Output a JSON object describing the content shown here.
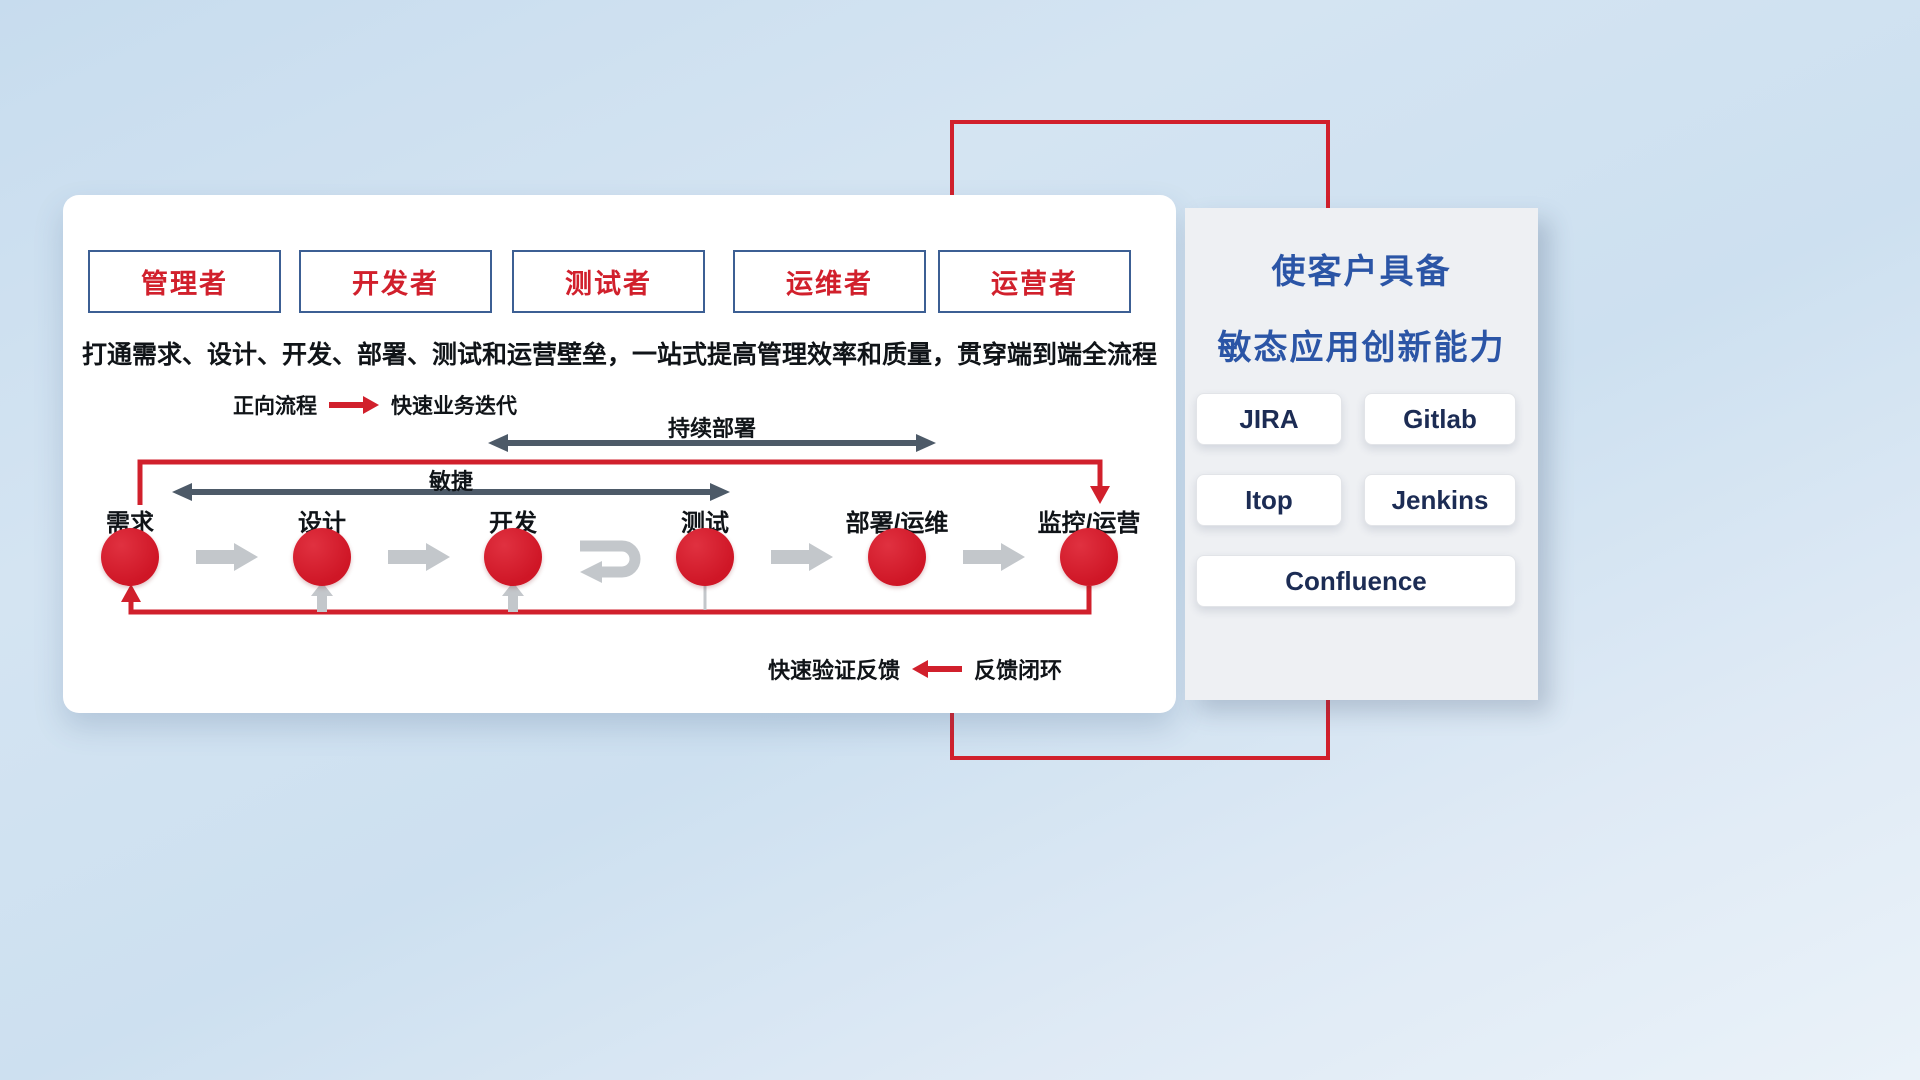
{
  "main_card": {
    "roles": [
      {
        "label": "管理者"
      },
      {
        "label": "开发者"
      },
      {
        "label": "测试者"
      },
      {
        "label": "运维者"
      },
      {
        "label": "运营者"
      }
    ],
    "subtitle": "打通需求、设计、开发、部署、测试和运营壁垒，一站式提高管理效率和质量，贯穿端到端全流程",
    "forward_legend": {
      "label": "正向流程",
      "description": "快速业务迭代"
    },
    "feedback_legend": {
      "label": "快速验证反馈",
      "description": "反馈闭环"
    },
    "flow": {
      "stages": [
        {
          "label": "需求"
        },
        {
          "label": "设计"
        },
        {
          "label": "开发"
        },
        {
          "label": "测试"
        },
        {
          "label": "部署/运维"
        },
        {
          "label": "监控/运营"
        }
      ],
      "agile_span_label": "敏捷",
      "continuous_deploy_label": "持续部署"
    }
  },
  "right_panel": {
    "title_line1": "使客户具备",
    "title_line2": "敏态应用创新能力",
    "tools": [
      {
        "label": "JIRA"
      },
      {
        "label": "Gitlab"
      },
      {
        "label": "Itop"
      },
      {
        "label": "Jenkins"
      },
      {
        "label": "Confluence"
      }
    ]
  },
  "colors": {
    "accent_red": "#d1202c",
    "title_blue": "#2b55a6",
    "role_border_blue": "#3c5f94",
    "dark_arrow": "#4d5a68",
    "gray_arrow": "#c3c7cb"
  }
}
